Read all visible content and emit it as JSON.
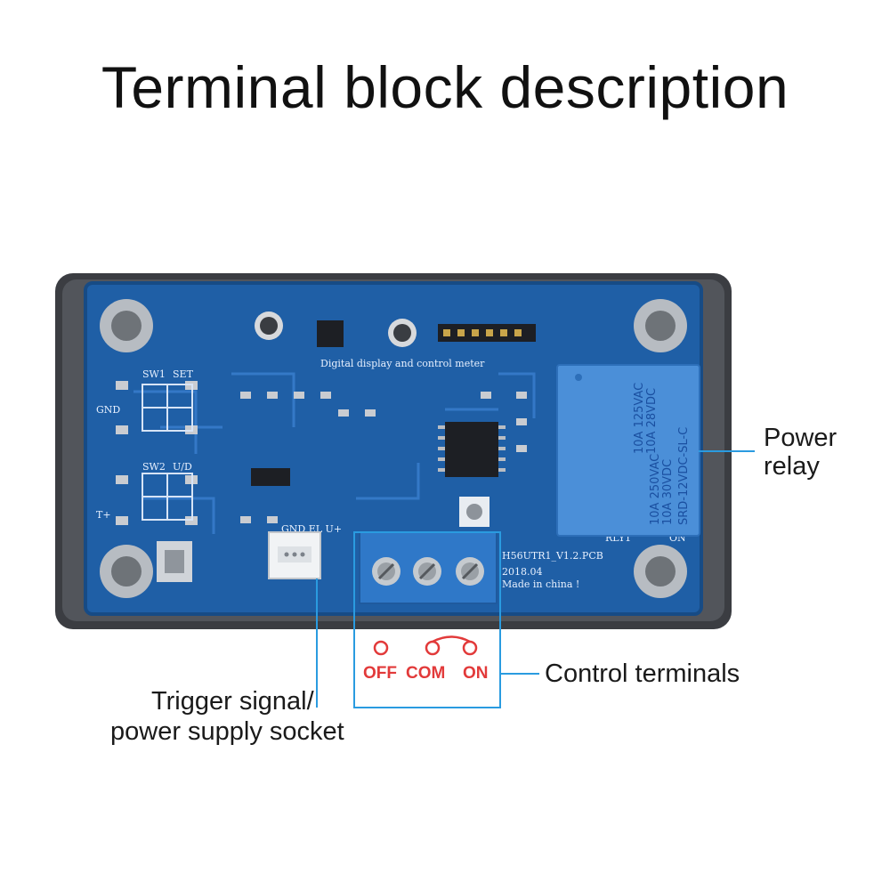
{
  "title": "Terminal block description",
  "callouts": {
    "relay_line1": "Power",
    "relay_line2": "relay",
    "control": "Control terminals",
    "trigger_line1": "Trigger signal/",
    "trigger_line2": "power supply socket"
  },
  "terminals": {
    "off": "OFF",
    "com": "COM",
    "on": "ON"
  },
  "pcb_silkscreen": {
    "meter": "Digital display and control meter",
    "model": "H56UTR1_V1.2.PCB",
    "date": "2018.04",
    "origin": "Made in china !",
    "gnd": "GND",
    "sw1": "SW1",
    "set": "SET",
    "sw2": "SW2",
    "ud": "U/D",
    "tplus": "T+",
    "rly": "RLY1",
    "on_mark": "ON",
    "connector": "GND EL U+"
  },
  "relay_text": {
    "line1": "10A 125VAC",
    "line2": "10A 28VDC",
    "line3": "10A 250VAC",
    "line4": "10A 30VDC",
    "line5": "SRD-12VDC-SL-C"
  },
  "colors": {
    "pcb": "#1f5fa6",
    "relay": "#4b8fd8",
    "terminal_block": "#2f78c8",
    "callout_line": "#2a9be0",
    "terminal_label": "#e23a3a"
  }
}
